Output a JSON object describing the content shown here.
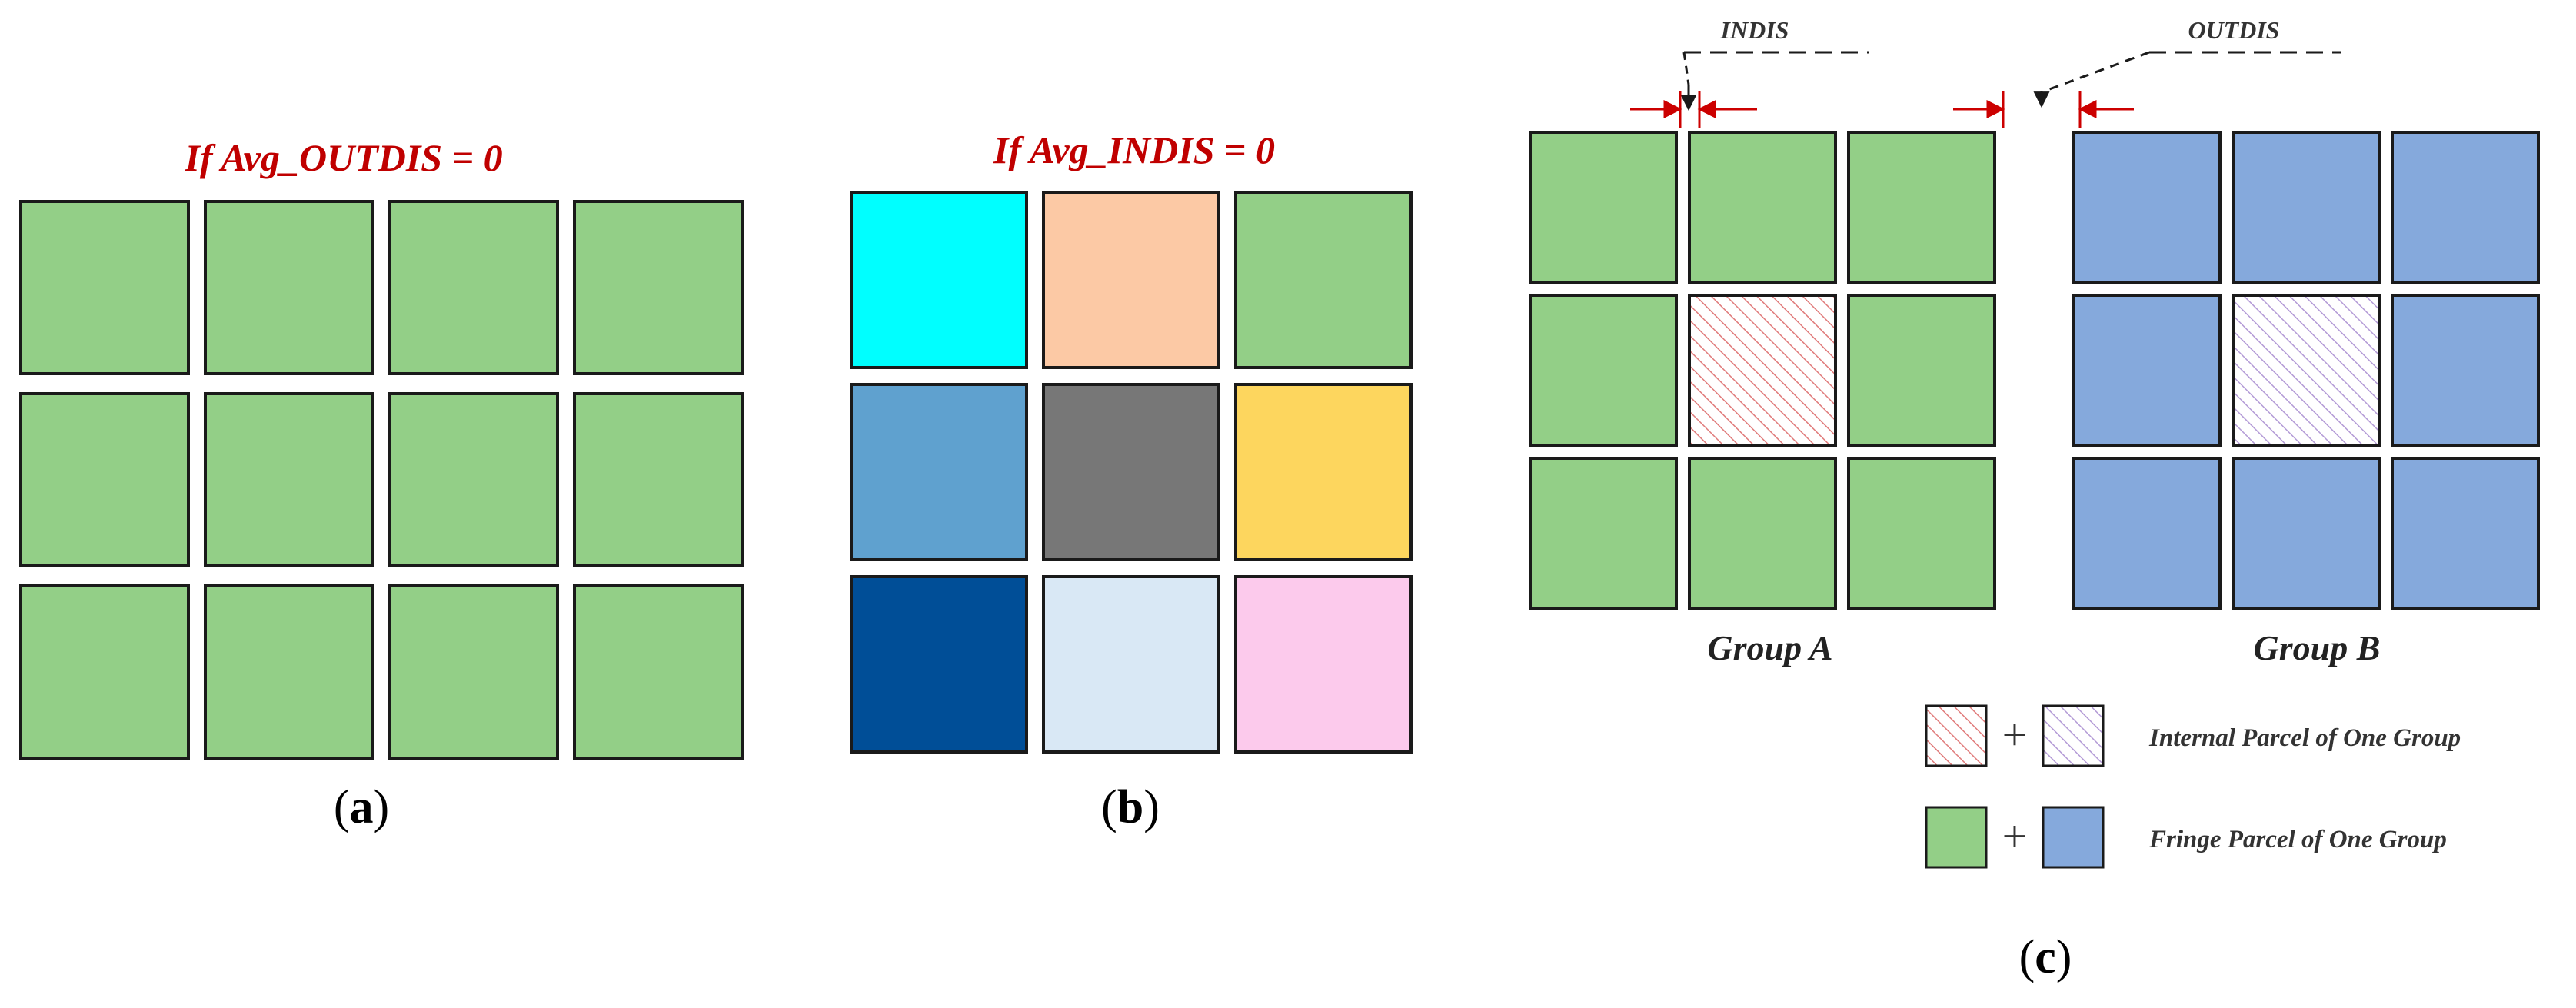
{
  "colors": {
    "green": "#93cf87",
    "blue": "#85a9dc",
    "title_red": "#c00000",
    "arrow_red": "#cc0000",
    "border": "#1a1a1a",
    "hatch_red": "#e07a7a",
    "hatch_purple": "#b39ad6"
  },
  "panel_a": {
    "title": "If Avg_OUTDIS = 0",
    "caption_letter": "a",
    "rows": 3,
    "cols": 4,
    "fill": "#93cf87"
  },
  "panel_b": {
    "title": "If Avg_INDIS = 0",
    "caption_letter": "b",
    "cells": [
      "#00ffff",
      "#fcc9a5",
      "#93cf87",
      "#5fa1cf",
      "#777777",
      "#fdd65e",
      "#004e97",
      "#d9e8f5",
      "#fccaec"
    ]
  },
  "panel_c": {
    "caption_letter": "c",
    "indis_label": "INDIS",
    "outdis_label": "OUTDIS",
    "groups": [
      {
        "name": "Group A",
        "fill": "#93cf87",
        "hatch": "#e07a7a"
      },
      {
        "name": "Group B",
        "fill": "#85a9dc",
        "hatch": "#b39ad6"
      }
    ],
    "legend": [
      {
        "label": "Internal Parcel of One Group",
        "symbol": "+",
        "kind": "hatched"
      },
      {
        "label": "Fringe Parcel of One Group",
        "symbol": "+",
        "kind": "solid"
      }
    ]
  }
}
